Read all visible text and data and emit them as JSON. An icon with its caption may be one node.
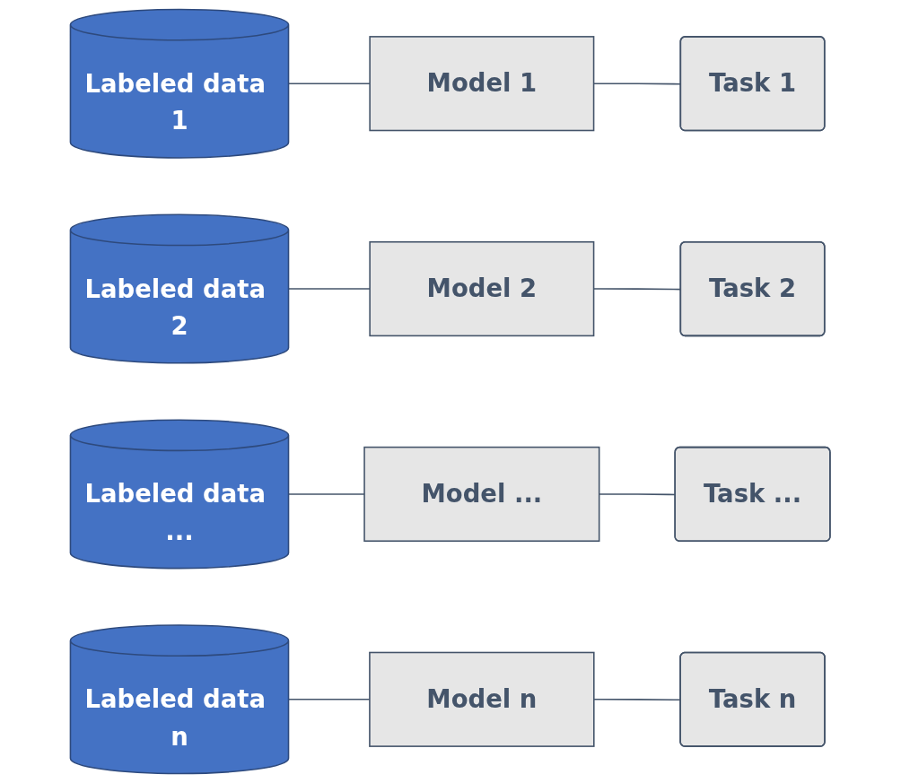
{
  "diagram": {
    "nodes": [
      {
        "text": [
          "Labeled data 1"
        ]
      },
      {
        "text": [
          "Model 1"
        ]
      },
      {
        "text": [
          "Task 1"
        ]
      },
      {
        "text": [
          "Labeled data 2"
        ]
      },
      {
        "text": [
          "Model 2"
        ]
      },
      {
        "text": [
          "Task 2"
        ]
      },
      {
        "text": [
          "Labeled data ..."
        ]
      },
      {
        "text": [
          "Model ..."
        ]
      },
      {
        "text": [
          "Task ..."
        ]
      },
      {
        "text": [
          "Labeled data n"
        ]
      },
      {
        "text": [
          "Model n"
        ]
      },
      {
        "text": [
          "Task n"
        ]
      }
    ],
    "edges": [
      {
        "from": 0,
        "to": 1,
        "arrow": "none"
      },
      {
        "from": 1,
        "to": 2,
        "arrow": "none"
      },
      {
        "from": 3,
        "to": 4,
        "arrow": "none"
      },
      {
        "from": 4,
        "to": 5,
        "arrow": "none"
      },
      {
        "from": 6,
        "to": 7,
        "arrow": "none"
      },
      {
        "from": 7,
        "to": 8,
        "arrow": "none"
      },
      {
        "from": 9,
        "to": 10,
        "arrow": "none"
      },
      {
        "from": 10,
        "to": 11,
        "arrow": "none"
      }
    ]
  }
}
